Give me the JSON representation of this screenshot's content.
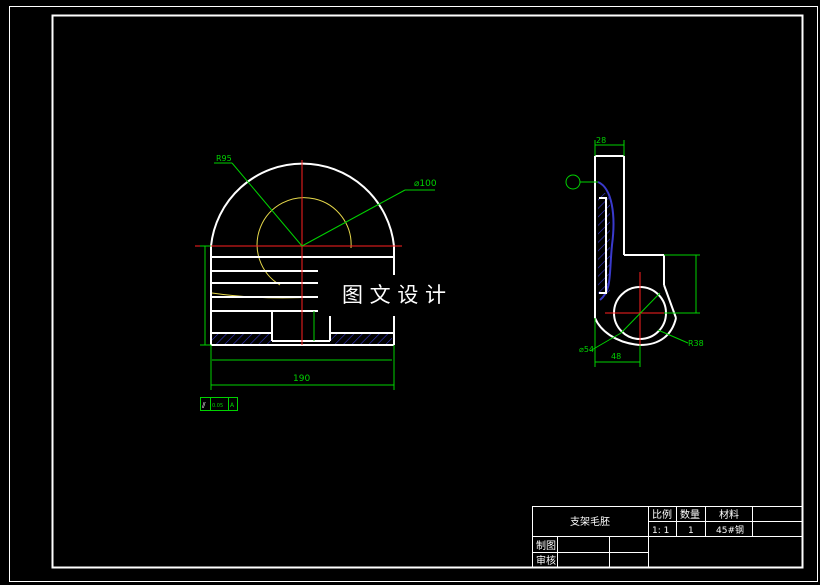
{
  "watermark": "图 文 设 计",
  "colors": {
    "background": "#000000",
    "outline": "#ffffff",
    "centerline": "#ff2020",
    "dimension": "#00d200",
    "hidden": "#e6d84a",
    "hatch": "#3a3acc"
  },
  "front_view": {
    "dims": {
      "radius": "R95",
      "diameter": "⌀100",
      "width": "190"
    },
    "tolerance_frame": [
      "⫽",
      "0.05",
      "A"
    ]
  },
  "side_view": {
    "dims": {
      "top_width": "28",
      "radius": "R38",
      "bore": "⌀54",
      "width": "48"
    }
  },
  "title_block": {
    "part_name": "支架毛胚",
    "headers": [
      "比例",
      "数量",
      "材料"
    ],
    "values": [
      "1: 1",
      "1",
      "45#钢"
    ],
    "rows": [
      "制图",
      "审核"
    ]
  }
}
